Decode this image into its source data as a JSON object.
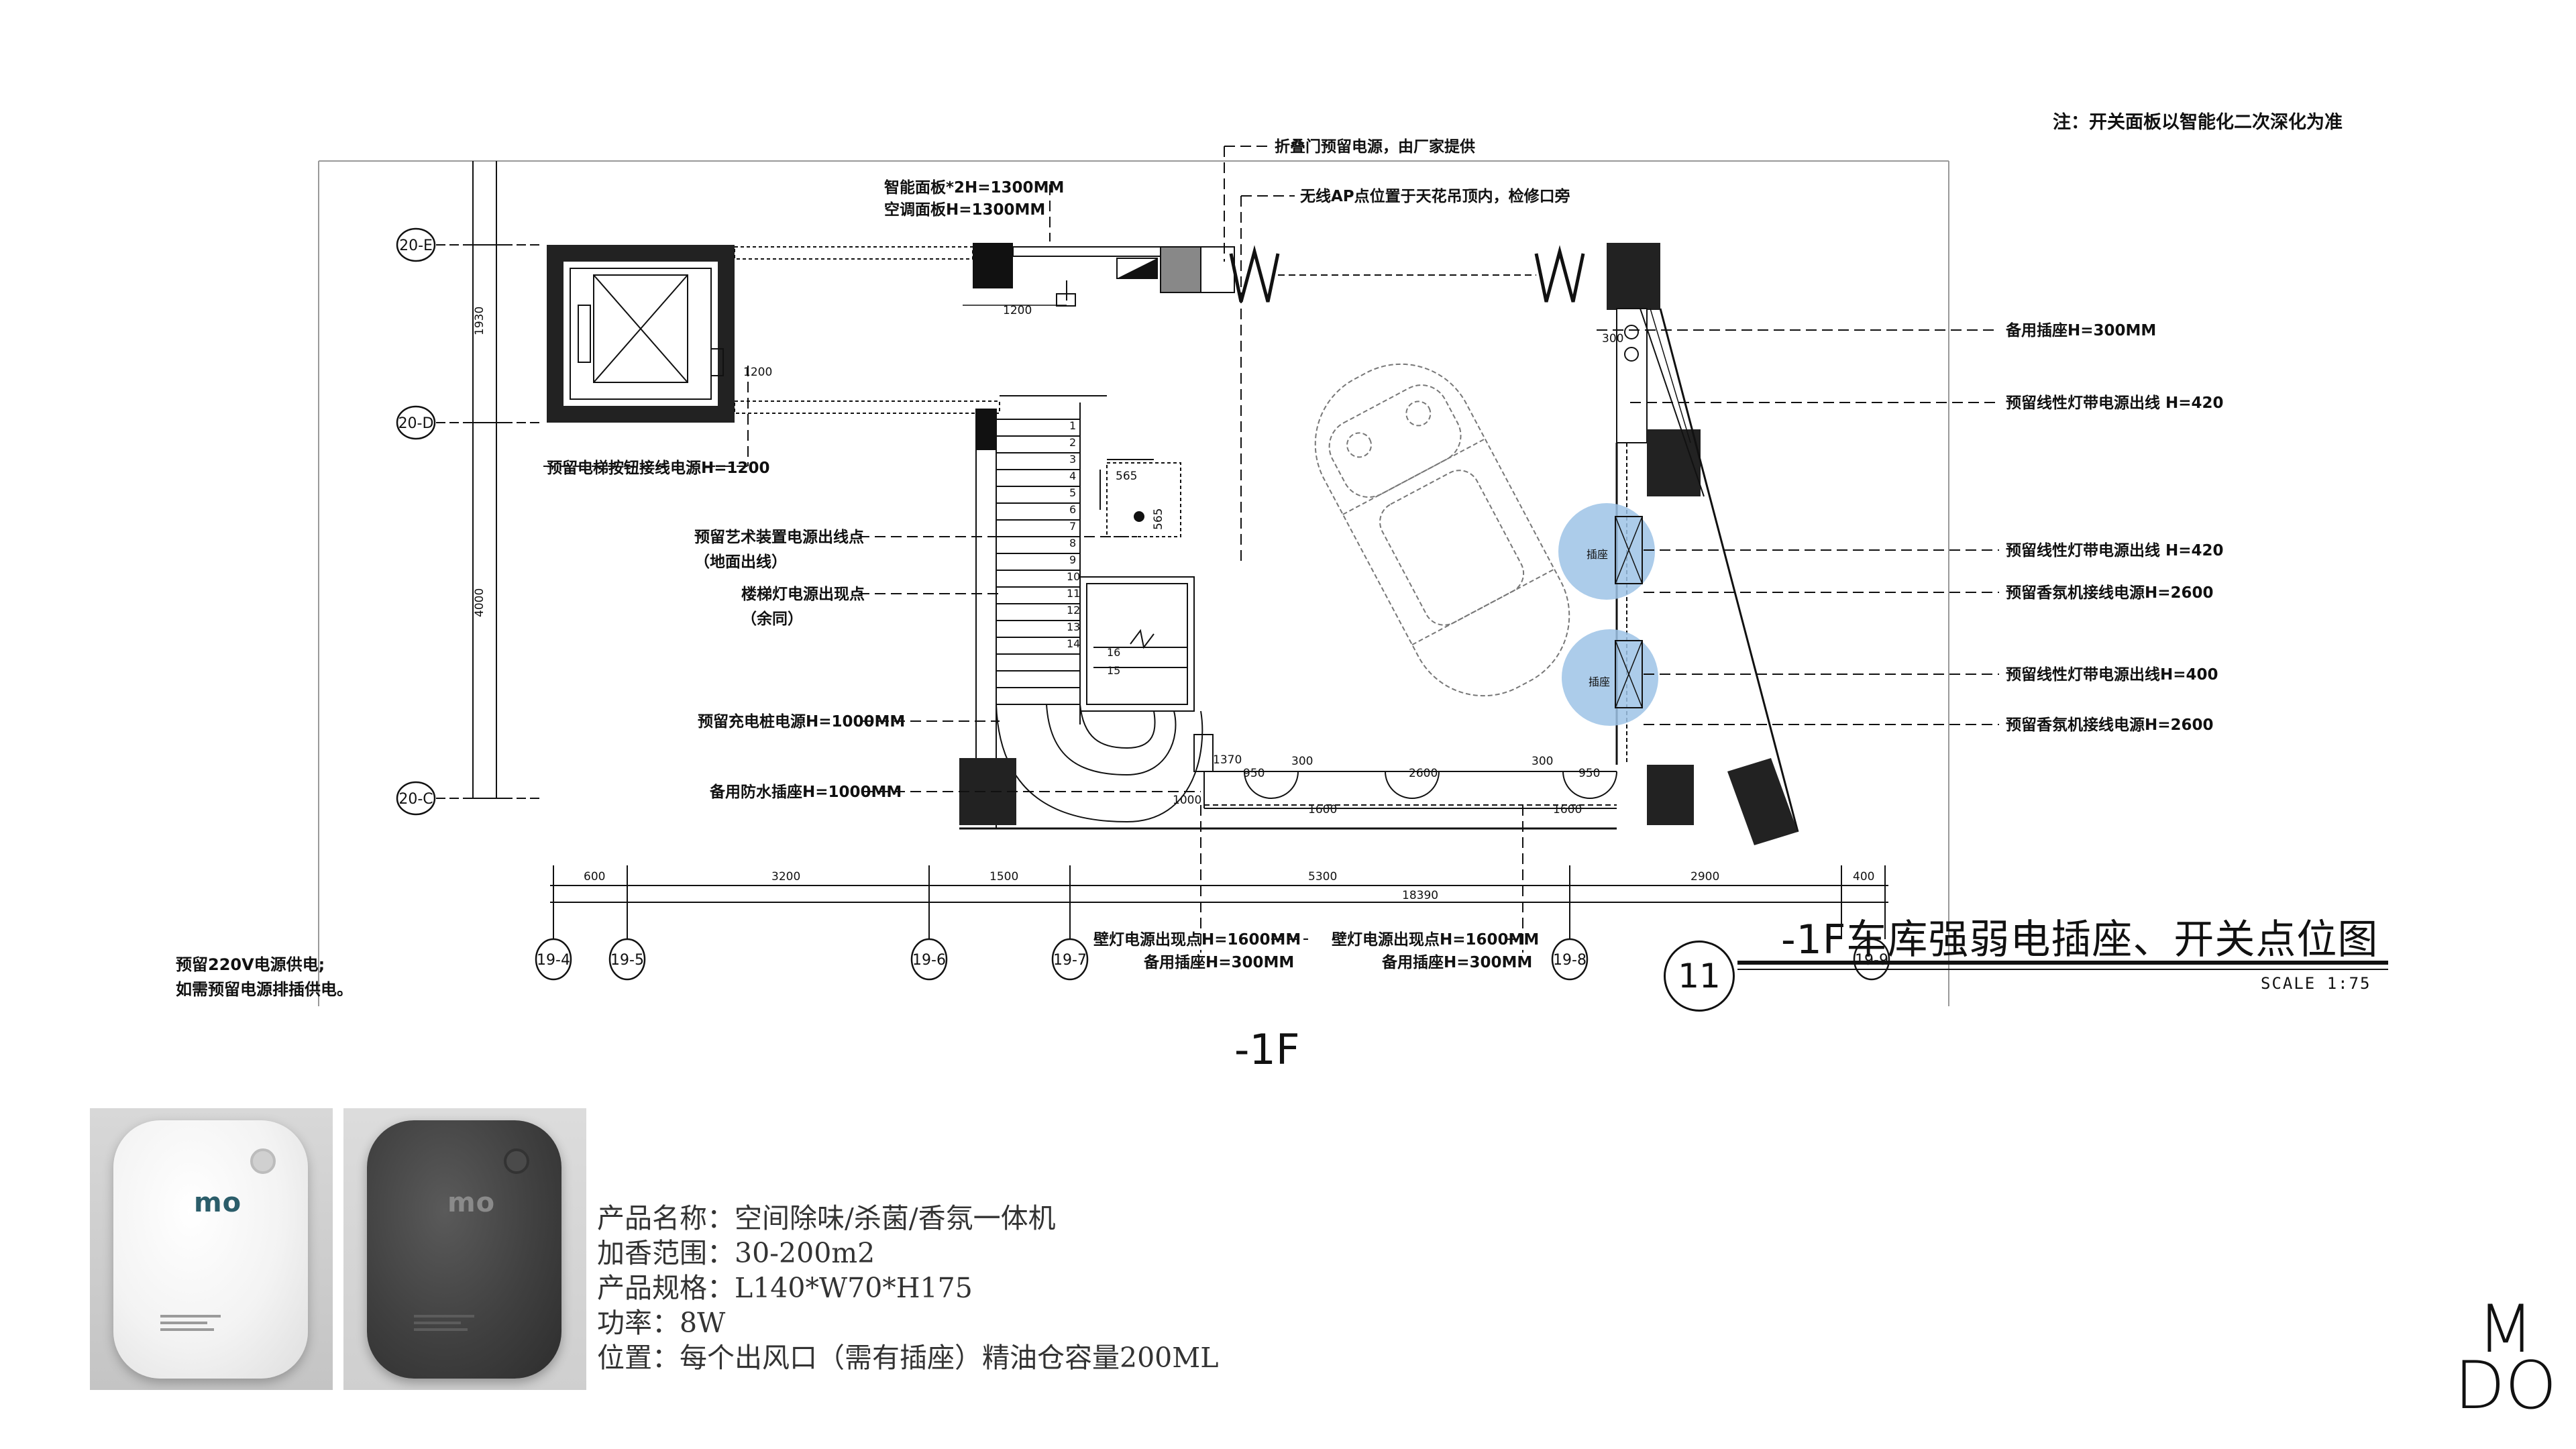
{
  "note_top": "注：开关面板以智能化二次深化为准",
  "plan": {
    "callouts": {
      "folding_door": "折叠门预留电源，由厂家提供",
      "wifi_ap": "无线AP点位置于天花吊顶内，检修口旁",
      "smart_panel_1": "智能面板*2H=1300MM",
      "smart_panel_2": "空调面板H=1300MM",
      "elevator_button": "预留电梯按钮接线电源H=1200",
      "art_device_1": "预留艺术装置电源出线点",
      "art_device_2": "（地面出线）",
      "stair_light_1": "楼梯灯电源出现点",
      "stair_light_2": "（余同）",
      "ev_charger": "预留充电桩电源H=1000MM",
      "waterproof_socket": "备用防水插座H=1000MM",
      "spare_socket_r": "备用插座H=300MM",
      "led_strip_1": "预留线性灯带电源出线 H=420",
      "led_strip_2": "预留线性灯带电源出线 H=420",
      "aroma_1": "预留香氛机接线电源H=2600",
      "led_strip_3": "预留线性灯带电源出线H=400",
      "aroma_2": "预留香氛机接线电源H=2600",
      "wall_light_a_1": "壁灯电源出现点H=1600MM",
      "wall_light_a_2": "备用插座H=300MM",
      "wall_light_b_1": "壁灯电源出现点H=1600MM",
      "wall_light_b_2": "备用插座H=300MM",
      "side_note_1": "预留220V电源供电;",
      "side_note_2": "如需预留电源排插供电。",
      "circle_label": "插座"
    },
    "dims": {
      "d1200a": "1200",
      "d1200b": "1200",
      "d565a": "565",
      "d565b": "565",
      "d1930": "1930",
      "d4000": "4000",
      "d300a": "300",
      "d300b": "300",
      "d300c": "300",
      "d1370": "1370",
      "d950a": "950",
      "d950b": "950",
      "d2600": "2600",
      "d1000": "1000",
      "d1600a": "1600",
      "d1600b": "1600",
      "b600": "600",
      "b3200": "3200",
      "b1500": "1500",
      "b5300": "5300",
      "b2900": "2900",
      "b400": "400",
      "b18390": "18390"
    },
    "grid_left": [
      "20-E",
      "20-D",
      "20-C"
    ],
    "grid_bottom": [
      "19-4",
      "19-5",
      "19-6",
      "19-7",
      "19-8",
      "19-9"
    ],
    "stair_steps": [
      "1",
      "2",
      "3",
      "4",
      "5",
      "6",
      "7",
      "8",
      "9",
      "10",
      "11",
      "12",
      "13",
      "14",
      "15",
      "16"
    ]
  },
  "sheet": {
    "number": "11",
    "title": "-1F车库强弱电插座、开关点位图",
    "scale": "SCALE  1:75"
  },
  "floor_label": "-1F",
  "product": {
    "brand_white": "mo",
    "brand_dark": "mo",
    "name": "产品名称：空间除味/杀菌/香氛一体机",
    "range": "加香范围：30-200m2",
    "size": "产品规格：L140*W70*H175",
    "power": "功率：8W",
    "position": "位置：每个出风口（需有插座）精油仓容量200ML"
  },
  "logo": {
    "line1": "M",
    "line2": "DO"
  },
  "colors": {
    "blue_circle": "#9dc3e6",
    "wall_fill": "#111111"
  }
}
